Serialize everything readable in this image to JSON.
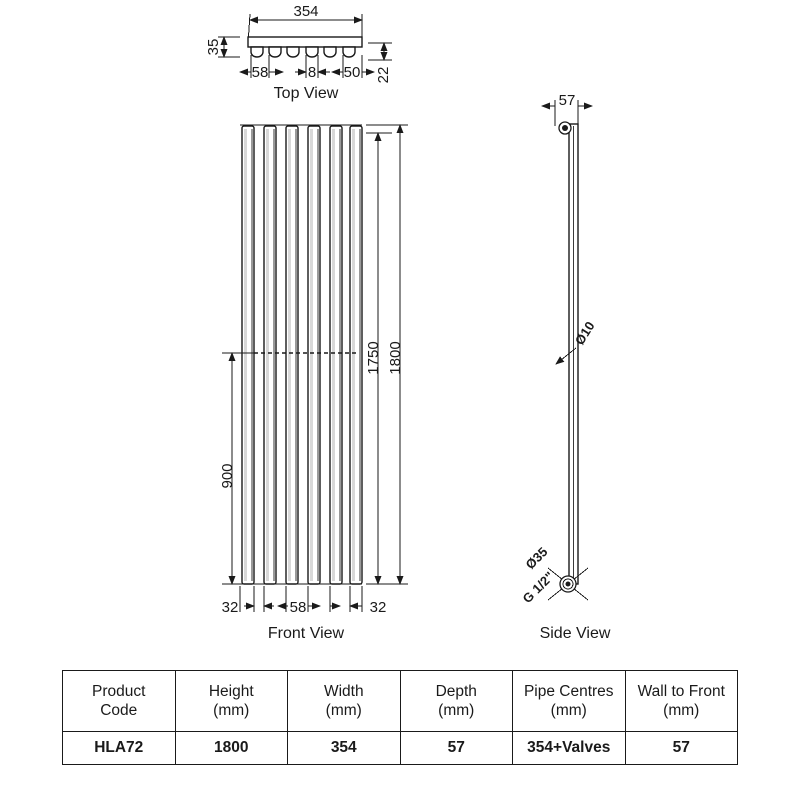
{
  "views": {
    "top": {
      "label": "Top View",
      "dimensions": {
        "width": "354",
        "left_depth": "35",
        "tube_pitch": "58",
        "gap": "8",
        "tube_width": "50",
        "right_depth": "22"
      }
    },
    "front": {
      "label": "Front View",
      "dimensions": {
        "bracket_height": "1750",
        "overall_height": "1800",
        "lower_height": "900",
        "edge_left": "32",
        "tube_pitch": "58",
        "edge_right": "32"
      },
      "tube_count": 6
    },
    "side": {
      "label": "Side View",
      "dimensions": {
        "depth": "57",
        "tube_diameter": "Ø10",
        "valve_diameter": "Ø35",
        "thread": "G 1/2\""
      }
    }
  },
  "spec_table": {
    "headers": [
      {
        "line1": "Product",
        "line2": "Code"
      },
      {
        "line1": "Height",
        "line2": "(mm)"
      },
      {
        "line1": "Width",
        "line2": "(mm)"
      },
      {
        "line1": "Depth",
        "line2": "(mm)"
      },
      {
        "line1": "Pipe Centres",
        "line2": "(mm)"
      },
      {
        "line1": "Wall to Front",
        "line2": "(mm)"
      }
    ],
    "row": [
      "HLA72",
      "1800",
      "354",
      "57",
      "354+Valves",
      "57"
    ]
  }
}
